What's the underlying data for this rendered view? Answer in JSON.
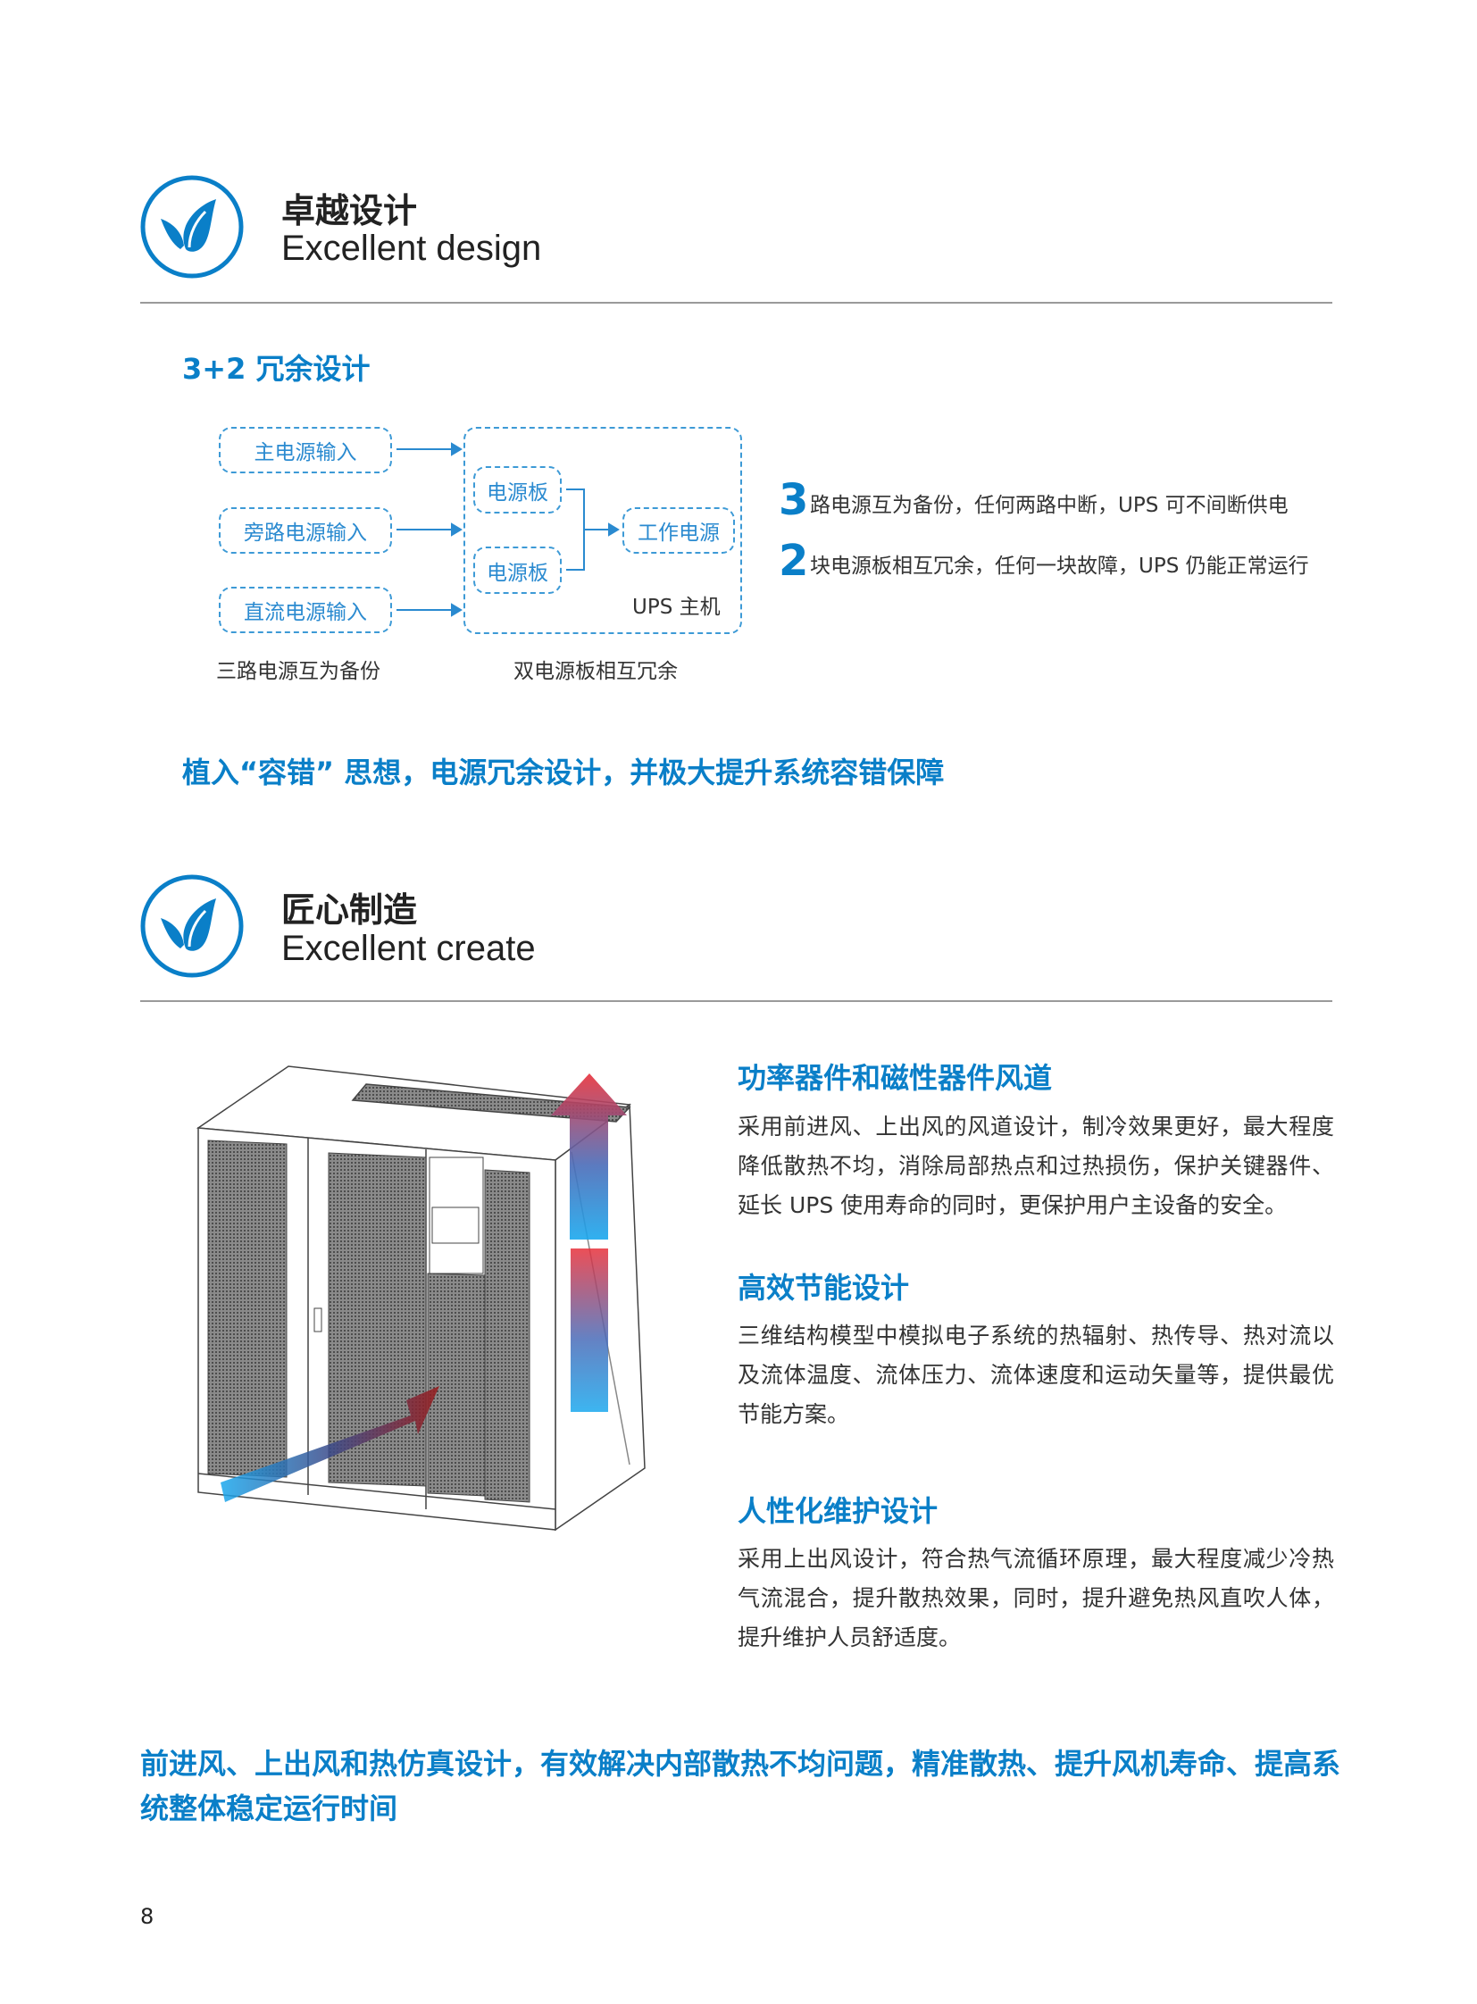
{
  "colors": {
    "accent": "#0a7fc8"
  },
  "section1": {
    "icon": "leaf-icon",
    "title_cn": "卓越设计",
    "title_en": "Excellent design"
  },
  "redundancy": {
    "heading": "3+2 冗余设计",
    "inputs": [
      "主电源输入",
      "旁路电源输入",
      "直流电源输入"
    ],
    "boards": [
      "电源板",
      "电源板"
    ],
    "working": "工作电源",
    "host": "UPS 主机",
    "caption_left": "三路电源互为备份",
    "caption_right": "双电源板相互冗余",
    "points": [
      {
        "num": "3",
        "text": "路电源互为备份，任何两路中断，UPS 可不间断供电"
      },
      {
        "num": "2",
        "text": "块电源板相互冗余，任何一块故障，UPS 仍能正常运行"
      }
    ],
    "headline": "植入“容错” 思想，电源冗余设计，并极大提升系统容错保障"
  },
  "section2": {
    "icon": "leaf-icon",
    "title_cn": "匠心制造",
    "title_en": "Excellent create"
  },
  "features": [
    {
      "title": "功率器件和磁性器件风道",
      "lines": [
        "采用前进风、上出风的风道设计，制冷效果更好，最大程度",
        "降低散热不均，消除局部热点和过热损伤，保护关键器件、",
        "延长 UPS 使用寿命的同时，更保护用户主设备的安全。"
      ]
    },
    {
      "title": "高效节能设计",
      "lines": [
        "三维结构模型中模拟电子系统的热辐射、热传导、热对流以",
        "及流体温度、流体压力、流体速度和运动矢量等，提供最优",
        "节能方案。"
      ]
    },
    {
      "title": "人性化维护设计",
      "lines": [
        "采用上出风设计，符合热气流循环原理，最大程度减少冷热",
        "气流混合，提升散热效果，同时，提升避免热风直吹人体，",
        "提升维护人员舒适度。"
      ]
    }
  ],
  "bottom_headline": [
    "前进风、上出风和热仿真设计，有效解决内部散热不均问题，精准散热、提升风机寿命、提高系",
    "统整体稳定运行时间"
  ],
  "page_number": "8"
}
